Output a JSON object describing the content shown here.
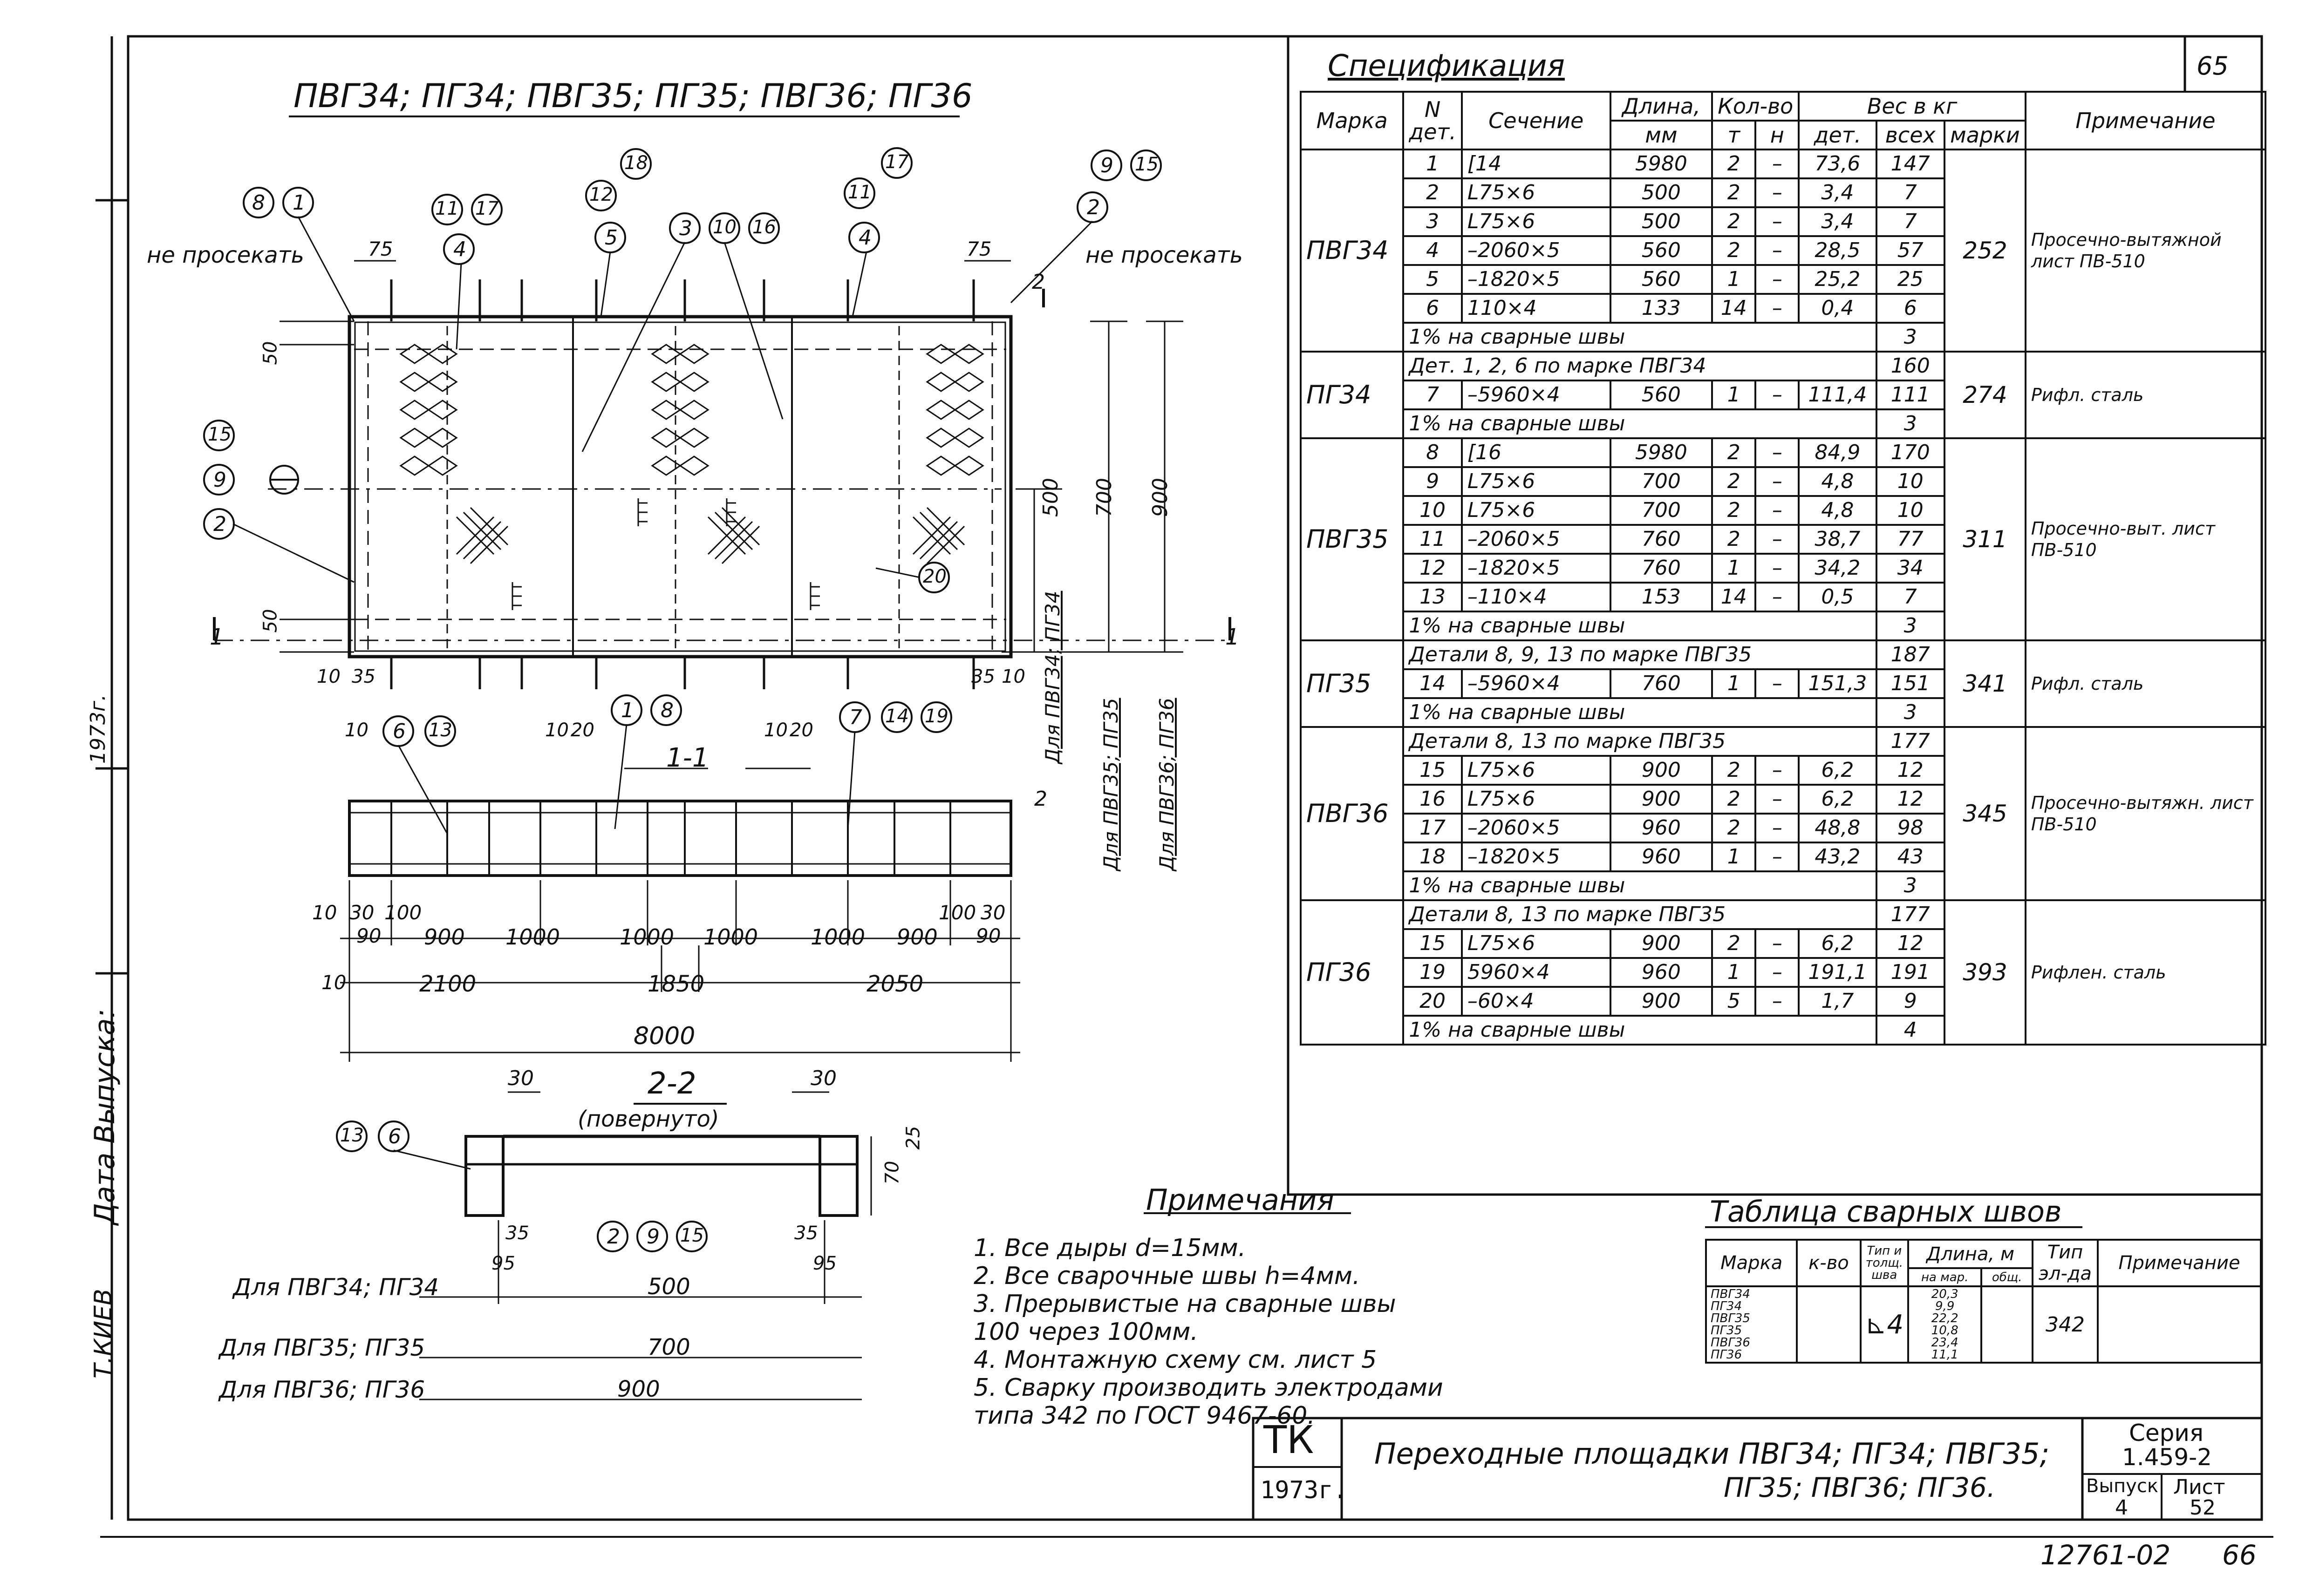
{
  "drawing": {
    "main_title": "ПВГ34; ПГ34; ПВГ35; ПГ35; ПВГ36; ПГ36",
    "left_edge": {
      "label_1": "Дата Выпуска:",
      "label_2": "Т.КИЕВ",
      "year": "1973г."
    },
    "callouts": [
      "8",
      "1",
      "11",
      "17",
      "4",
      "18",
      "12",
      "5",
      "3",
      "10",
      "16",
      "11",
      "4",
      "17",
      "9",
      "15",
      "2",
      "15",
      "9",
      "2",
      "20",
      "6",
      "13",
      "1",
      "8",
      "7",
      "14",
      "19",
      "13",
      "6",
      "2",
      "9",
      "15"
    ],
    "labels": {
      "no_cut_left": "не просекать",
      "no_cut_right": "не просекать",
      "section_11": "1-1",
      "section_22": "2-2",
      "rotated": "(повернуто)",
      "section_mark_1": "1",
      "section_mark_2": "2",
      "for_pvg34": "Для ПВГ34; ПГ34",
      "for_pvg35": "Для ПВГ35; ПГ35",
      "for_pvg36": "Для ПВГ36; ПГ36"
    },
    "dims": {
      "d75a": "75",
      "d75b": "75",
      "d50a": "50",
      "d50b": "50",
      "d10a": "10",
      "d35a": "35",
      "d35b": "35",
      "d10b": "10",
      "d10c": "10",
      "d20a": "20",
      "d10d": "10",
      "d20b": "20",
      "d10e": "10",
      "d30": "30",
      "d100a": "100",
      "d100b": "100",
      "d30b": "30",
      "d90a": "90",
      "d900a": "900",
      "d1000a": "1000",
      "d1000b": "1000",
      "d1000c": "1000",
      "d1000d": "1000",
      "d900b": "900",
      "d90b": "90",
      "d10f": "10",
      "d2100": "2100",
      "d1850": "1850",
      "d2050": "2050",
      "d8000": "8000",
      "d500v": "500",
      "d700v": "700",
      "d900v": "900",
      "v_for34": "Для ПВГ34; ПГ34",
      "v_for35": "Для ПВГ35; ПГ35",
      "v_for36": "Для ПВГ36; ПГ36",
      "s30a": "30",
      "s30b": "30",
      "s25": "25",
      "s70": "70",
      "s35a": "35",
      "s95a": "95",
      "s35b": "35",
      "s95b": "95",
      "w500": "500",
      "w700": "700",
      "w900": "900"
    }
  },
  "spec": {
    "title": "Спецификация",
    "sheet_no": "65",
    "headers": {
      "mark": "Марка",
      "n_det": "N дет.",
      "section": "Сечение",
      "length": "Длина,",
      "length_unit": "мм",
      "qty": "Кол-во",
      "qty_t": "т",
      "qty_n": "н",
      "weight": "Вес в кг",
      "w_det": "дет.",
      "w_all": "всех",
      "w_mark": "марки",
      "note": "Примечание"
    },
    "groups": [
      {
        "mark": "ПВГ34",
        "total": "252",
        "note": "Просечно-вытяжной лист ПВ-510",
        "pre": "",
        "pre_val": "",
        "rows": [
          [
            "1",
            "[14",
            "5980",
            "2",
            "–",
            "73,6",
            "147"
          ],
          [
            "2",
            "L75×6",
            "500",
            "2",
            "–",
            "3,4",
            "7"
          ],
          [
            "3",
            "L75×6",
            "500",
            "2",
            "–",
            "3,4",
            "7"
          ],
          [
            "4",
            "–2060×5",
            "560",
            "2",
            "–",
            "28,5",
            "57"
          ],
          [
            "5",
            "–1820×5",
            "560",
            "1",
            "–",
            "25,2",
            "25"
          ],
          [
            "6",
            "110×4",
            "133",
            "14",
            "–",
            "0,4",
            "6"
          ]
        ],
        "weld": "1% на сварные швы",
        "weld_val": "3"
      },
      {
        "mark": "ПГ34",
        "total": "274",
        "note": "Рифл. сталь",
        "pre": "Дет. 1, 2, 6 по марке ПВГ34",
        "pre_val": "160",
        "rows": [
          [
            "7",
            "–5960×4",
            "560",
            "1",
            "–",
            "111,4",
            "111"
          ]
        ],
        "weld": "1% на сварные швы",
        "weld_val": "3"
      },
      {
        "mark": "ПВГ35",
        "total": "311",
        "note": "Просечно-выт. лист ПВ-510",
        "pre": "",
        "pre_val": "",
        "rows": [
          [
            "8",
            "[16",
            "5980",
            "2",
            "–",
            "84,9",
            "170"
          ],
          [
            "9",
            "L75×6",
            "700",
            "2",
            "–",
            "4,8",
            "10"
          ],
          [
            "10",
            "L75×6",
            "700",
            "2",
            "–",
            "4,8",
            "10"
          ],
          [
            "11",
            "–2060×5",
            "760",
            "2",
            "–",
            "38,7",
            "77"
          ],
          [
            "12",
            "–1820×5",
            "760",
            "1",
            "–",
            "34,2",
            "34"
          ],
          [
            "13",
            "–110×4",
            "153",
            "14",
            "–",
            "0,5",
            "7"
          ]
        ],
        "weld": "1% на сварные швы",
        "weld_val": "3"
      },
      {
        "mark": "ПГ35",
        "total": "341",
        "note": "Рифл. сталь",
        "pre": "Детали 8, 9, 13 по марке ПВГ35",
        "pre_val": "187",
        "rows": [
          [
            "14",
            "–5960×4",
            "760",
            "1",
            "–",
            "151,3",
            "151"
          ]
        ],
        "weld": "1% на сварные швы",
        "weld_val": "3"
      },
      {
        "mark": "ПВГ36",
        "total": "345",
        "note": "Просечно-вытяжн. лист ПВ-510",
        "pre": "Детали 8, 13 по марке ПВГ35",
        "pre_val": "177",
        "rows": [
          [
            "15",
            "L75×6",
            "900",
            "2",
            "–",
            "6,2",
            "12"
          ],
          [
            "16",
            "L75×6",
            "900",
            "2",
            "–",
            "6,2",
            "12"
          ],
          [
            "17",
            "–2060×5",
            "960",
            "2",
            "–",
            "48,8",
            "98"
          ],
          [
            "18",
            "–1820×5",
            "960",
            "1",
            "–",
            "43,2",
            "43"
          ]
        ],
        "weld": "1% на сварные швы",
        "weld_val": "3"
      },
      {
        "mark": "ПГ36",
        "total": "393",
        "note": "Рифлен. сталь",
        "pre": "Детали 8, 13 по марке ПВГ35",
        "pre_val": "177",
        "rows": [
          [
            "15",
            "L75×6",
            "900",
            "2",
            "–",
            "6,2",
            "12"
          ],
          [
            "19",
            "5960×4",
            "960",
            "1",
            "–",
            "191,1",
            "191"
          ],
          [
            "20",
            "–60×4",
            "900",
            "5",
            "–",
            "1,7",
            "9"
          ]
        ],
        "weld": "1% на сварные швы",
        "weld_val": "4"
      }
    ]
  },
  "notes": {
    "title": "Примечания",
    "items": [
      "1. Все дыры d=15мм.",
      "2. Все сварочные швы h=4мм.",
      "3. Прерывистые на сварные швы",
      "    100 через 100мм.",
      "4. Монтажную схему см. лист 5",
      "5. Сварку производить электродами",
      "    типа 342 по ГОСТ 9467-60."
    ]
  },
  "welds": {
    "title": "Таблица сварных швов",
    "headers": {
      "mark": "Марка",
      "count": "к-во",
      "type": "Тип и толщ. шва",
      "length": "Длина, м",
      "len_one": "на мар.",
      "len_all": "общ.",
      "electrode": "Тип эл-да",
      "note": "Примечание"
    },
    "marks": [
      "ПВГ34",
      "ПГ34",
      "ПВГ35",
      "ПГ35",
      "ПВГ36",
      "ПГ36"
    ],
    "lengths": [
      "20,3",
      "9,9",
      "22,2",
      "10,8",
      "23,4",
      "11,1"
    ],
    "type_mark": "4",
    "electrode": "342"
  },
  "title_block": {
    "logo": "ТК",
    "year": "1973г.",
    "title_line1": "Переходные площадки ПВГ34; ПГ34; ПВГ35;",
    "title_line2": "ПГ35; ПВГ36; ПГ36.",
    "series_label": "Серия",
    "series_value": "1.459-2",
    "issue_label": "Выпуск",
    "issue_value": "4",
    "sheet_label": "Лист",
    "sheet_value": "52",
    "footer": "12761-02",
    "footer_page": "66"
  }
}
